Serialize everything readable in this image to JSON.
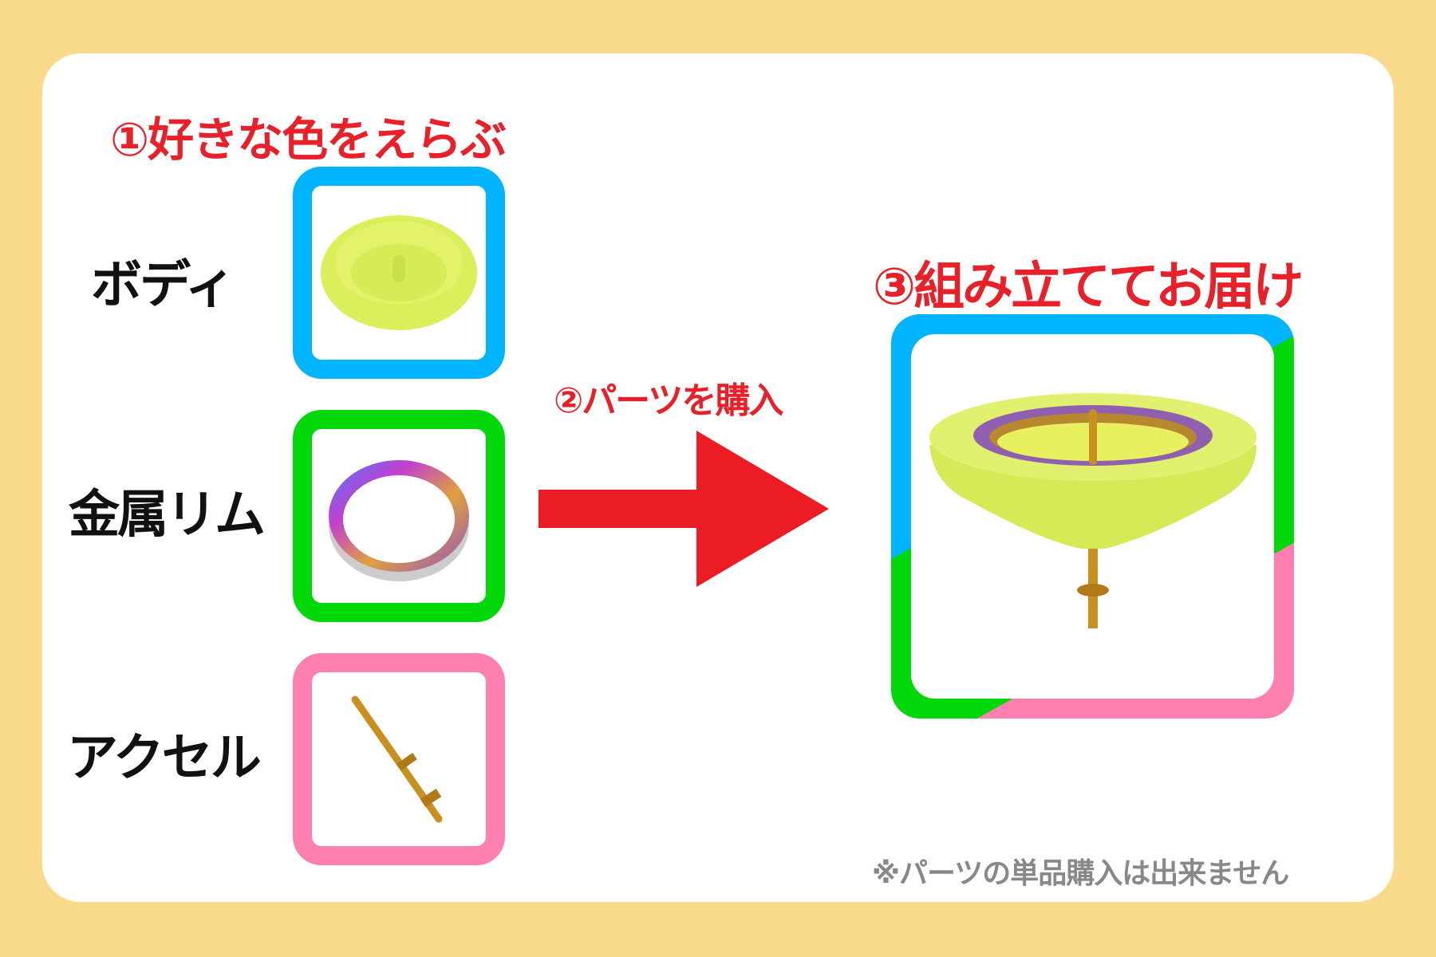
{
  "step1": {
    "title": "①好きな色をえらぶ"
  },
  "parts": [
    {
      "label": "ボディ",
      "color": "#00B4FF",
      "icon": "body-part-icon"
    },
    {
      "label": "金属リム",
      "color": "#00D80A",
      "icon": "metal-rim-icon"
    },
    {
      "label": "アクセル",
      "color": "#FF80B0",
      "icon": "axle-icon"
    }
  ],
  "step2": {
    "title": "②パーツを購入"
  },
  "step3": {
    "title": "③組み立ててお届け"
  },
  "note": "※パーツの単品購入は出来ません",
  "colors": {
    "background": "#F9D98A",
    "accent": "#E8202A",
    "arrow": "#EC1C24"
  }
}
